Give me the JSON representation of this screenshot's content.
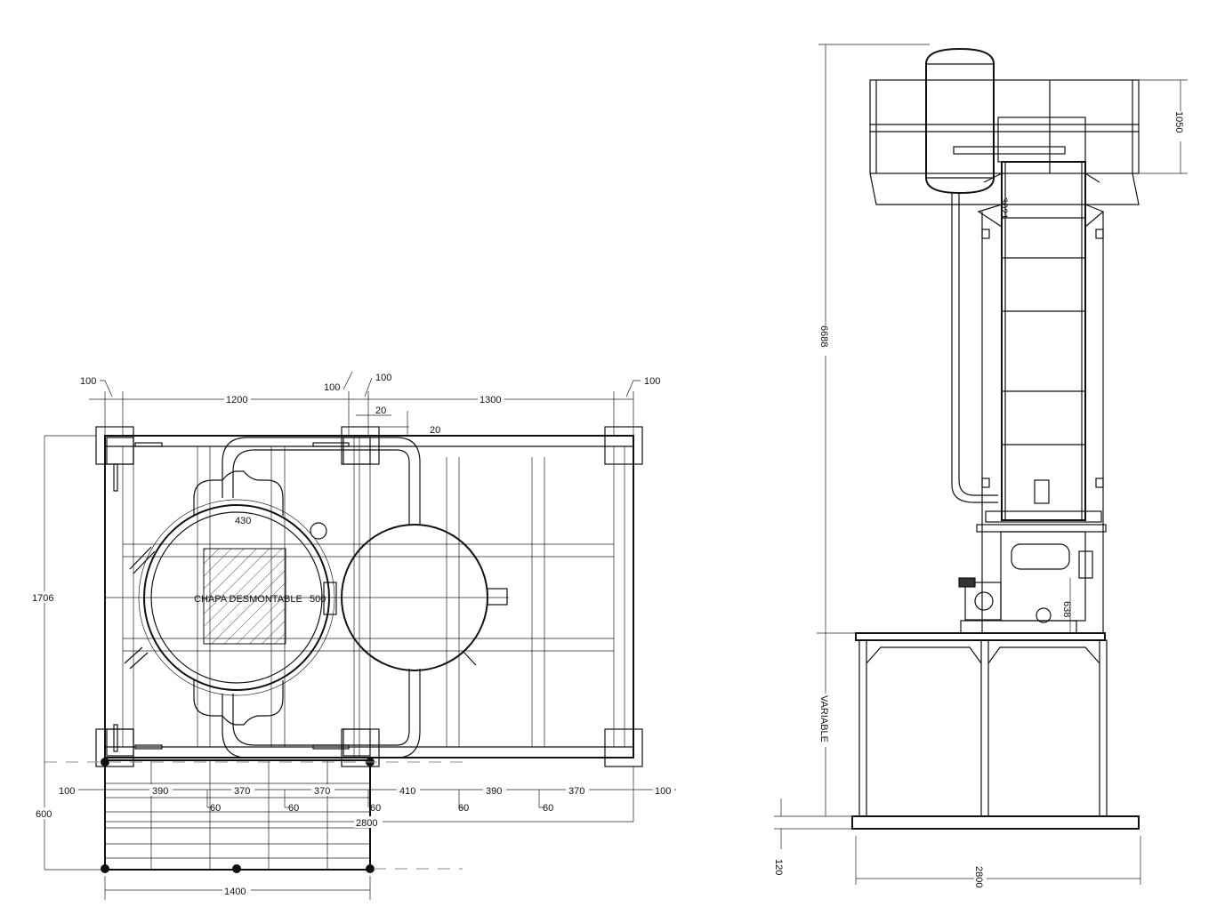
{
  "plan_view": {
    "top_dims": {
      "a": "100",
      "b": "100",
      "c": "100",
      "d": "100",
      "e": "1200",
      "f": "1300",
      "g": "20",
      "h": "20"
    },
    "inner": {
      "diam_top": "430",
      "panel_label": "CHAPA DESMONTABLE",
      "diam_mid": "500"
    },
    "side_dims": {
      "height": "1706",
      "platform": "600"
    },
    "bottom_dims": [
      "100",
      "390",
      "370",
      "370",
      "410",
      "390",
      "370",
      "100"
    ],
    "beam_widths": [
      "60",
      "60",
      "60",
      "60",
      "60"
    ],
    "total_width": "2800",
    "platform_width": "1400"
  },
  "elevation_view": {
    "rail_height": "1050",
    "column_label": "3021",
    "total_height": "6688",
    "motor_dim": "638",
    "leg_height": "VARIABLE",
    "base_height": "120",
    "base_width": "2800"
  }
}
